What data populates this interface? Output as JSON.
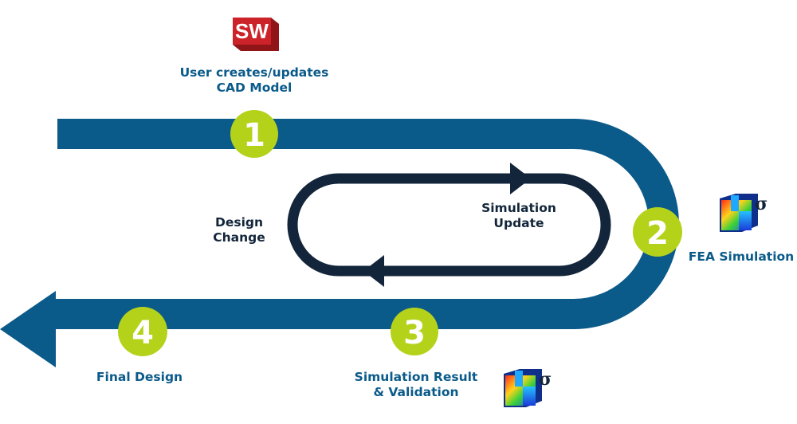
{
  "colors": {
    "track": "#0a5a8a",
    "loop": "#13253a",
    "step_circle": "#b5d21b",
    "step_number": "#ffffff",
    "label_blue": "#0a5a8a",
    "label_navy": "#13253a",
    "sw_logo": "#cc2229"
  },
  "logo": {
    "text": "SW",
    "icon": "solidworks-logo"
  },
  "steps": [
    {
      "number": "1",
      "label_lines": [
        "User creates/updates",
        "CAD Model"
      ]
    },
    {
      "number": "2",
      "label_lines": [
        "FEA Simulation"
      ],
      "icon": "fea-simulation-icon"
    },
    {
      "number": "3",
      "label_lines": [
        "Simulation Result",
        "& Validation"
      ],
      "icon": "fea-simulation-icon"
    },
    {
      "number": "4",
      "label_lines": [
        "Final Design"
      ]
    }
  ],
  "loop": {
    "left_label_lines": [
      "Design",
      "Change"
    ],
    "right_label_lines": [
      "Simulation",
      "Update"
    ]
  },
  "sigma_symbol": "σ"
}
